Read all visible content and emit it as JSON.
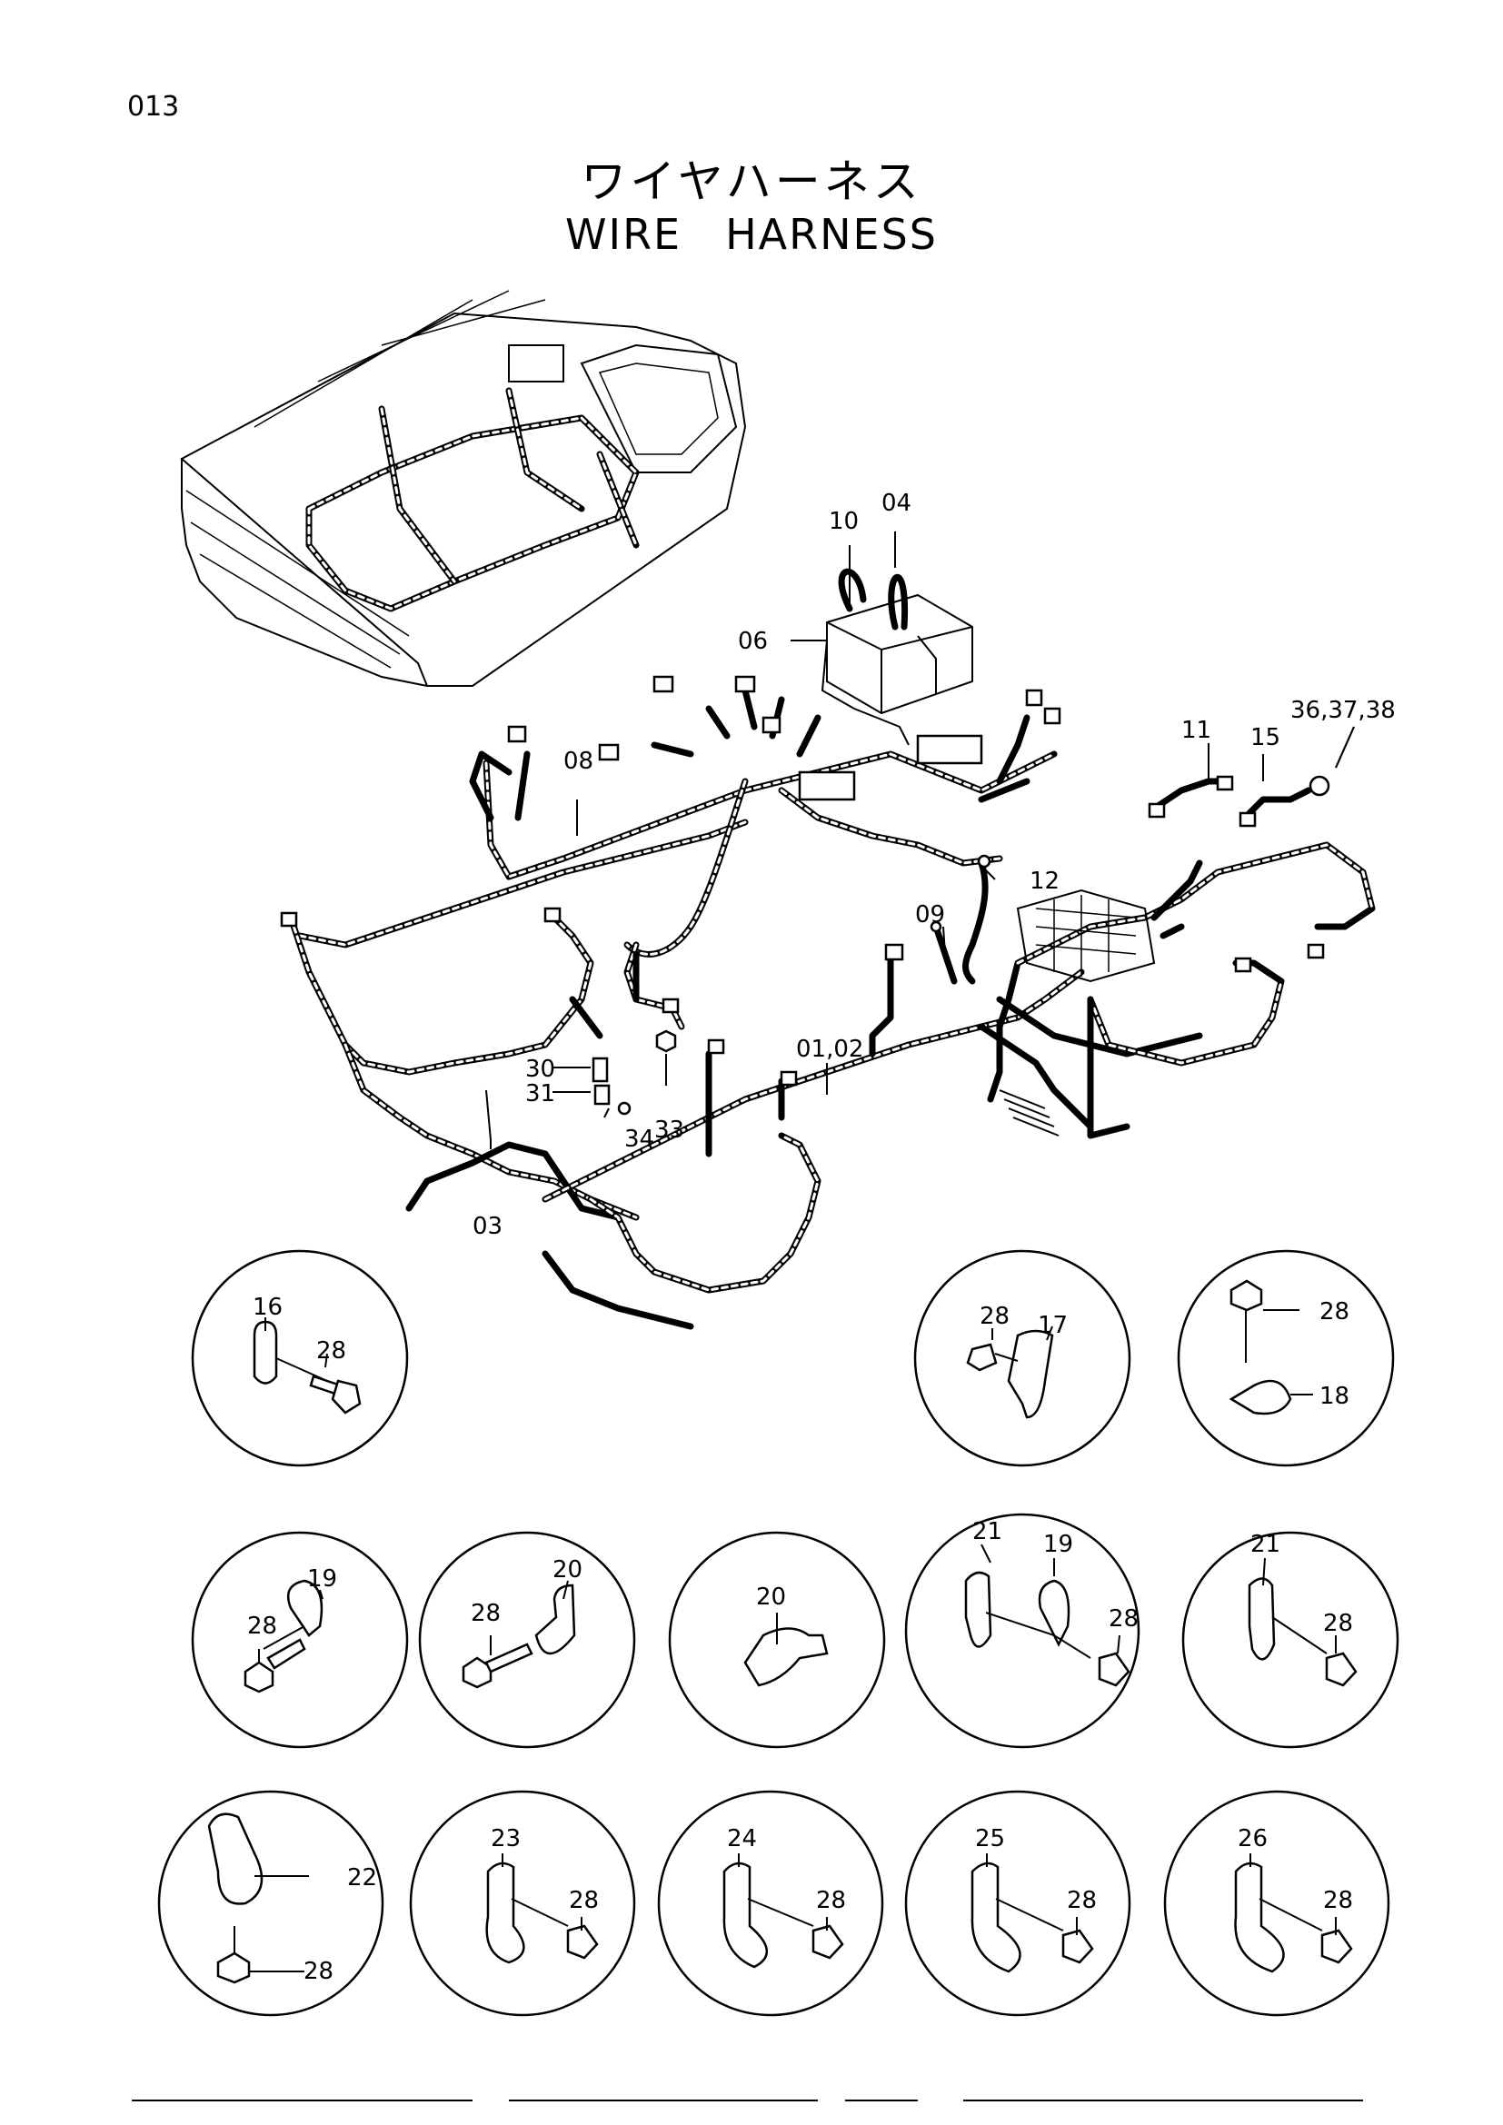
{
  "page_number": "013",
  "title_jp": "ワイヤハーネス",
  "title_en": "WIRE　HARNESS",
  "callouts": {
    "p10": "10",
    "p04": "04",
    "p06": "06",
    "p08": "08",
    "p11": "11",
    "p15": "15",
    "p36": "36,37,38",
    "p12": "12",
    "p09": "09",
    "p0102": "01,02",
    "p30": "30",
    "p31": "31",
    "p34": "34",
    "p33": "33",
    "p03": "03"
  },
  "details": [
    {
      "id": "d16",
      "labels": [
        {
          "key": "a",
          "text": "16"
        },
        {
          "key": "b",
          "text": "28"
        }
      ]
    },
    {
      "id": "d17",
      "labels": [
        {
          "key": "a",
          "text": "28"
        },
        {
          "key": "b",
          "text": "17"
        }
      ]
    },
    {
      "id": "d18",
      "labels": [
        {
          "key": "a",
          "text": "28"
        },
        {
          "key": "b",
          "text": "18"
        }
      ]
    },
    {
      "id": "d19",
      "labels": [
        {
          "key": "a",
          "text": "19"
        },
        {
          "key": "b",
          "text": "28"
        }
      ]
    },
    {
      "id": "d20a",
      "labels": [
        {
          "key": "a",
          "text": "20"
        },
        {
          "key": "b",
          "text": "28"
        }
      ]
    },
    {
      "id": "d20b",
      "labels": [
        {
          "key": "a",
          "text": "20"
        }
      ]
    },
    {
      "id": "d2119",
      "labels": [
        {
          "key": "a",
          "text": "21"
        },
        {
          "key": "b",
          "text": "19"
        },
        {
          "key": "c",
          "text": "28"
        }
      ]
    },
    {
      "id": "d21",
      "labels": [
        {
          "key": "a",
          "text": "21"
        },
        {
          "key": "b",
          "text": "28"
        }
      ]
    },
    {
      "id": "d22",
      "labels": [
        {
          "key": "a",
          "text": "22"
        },
        {
          "key": "b",
          "text": "28"
        }
      ]
    },
    {
      "id": "d23",
      "labels": [
        {
          "key": "a",
          "text": "23"
        },
        {
          "key": "b",
          "text": "28"
        }
      ]
    },
    {
      "id": "d24",
      "labels": [
        {
          "key": "a",
          "text": "24"
        },
        {
          "key": "b",
          "text": "28"
        }
      ]
    },
    {
      "id": "d25",
      "labels": [
        {
          "key": "a",
          "text": "25"
        },
        {
          "key": "b",
          "text": "28"
        }
      ]
    },
    {
      "id": "d26",
      "labels": [
        {
          "key": "a",
          "text": "26"
        },
        {
          "key": "b",
          "text": "28"
        }
      ]
    }
  ]
}
